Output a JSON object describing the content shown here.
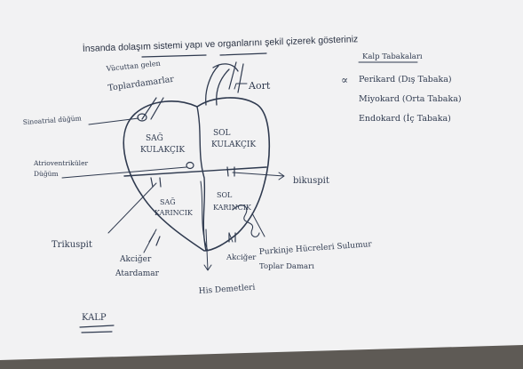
{
  "prompt": "İnsanda dolaşım sistemi yapı ve organlarını şekil çizerek gösteriniz",
  "heart_labels": {
    "sag_kulakcik": [
      "SAĞ",
      "KULAKÇIK"
    ],
    "sol_kulakcik": [
      "SOL",
      "KULAKÇIK"
    ],
    "sag_karincik": [
      "SAĞ",
      "KARINCIK"
    ],
    "sol_karincik": [
      "SOL",
      "KARINCIK"
    ]
  },
  "annotations": {
    "vucuttan_gelen": [
      "Vücuttan gelen",
      "Toplardamarlar"
    ],
    "aort": "Aort",
    "sinoatrial": "Sinoatrial düğüm",
    "atrioventrikuler": [
      "Atrioventriküler",
      "Düğüm"
    ],
    "bikuspit": "bikuspit",
    "trikuspit": "Trikuspit",
    "akciger_atardamar": [
      "Akciğer",
      "Atardamar"
    ],
    "akciger_toplardamar": [
      "Akciğer",
      "Toplar Damarı"
    ],
    "purkinje": "Purkinje Hücreleri Sulumur",
    "his_demetleri": "His Demetleri"
  },
  "layers": {
    "title": "Kalp Tabakaları",
    "items": [
      "Perikard (Dış Tabaka)",
      "Miyokard (Orta Tabaka)",
      "Endokard (İç Tabaka)"
    ],
    "alpha": "∝"
  },
  "caption": "KALP"
}
